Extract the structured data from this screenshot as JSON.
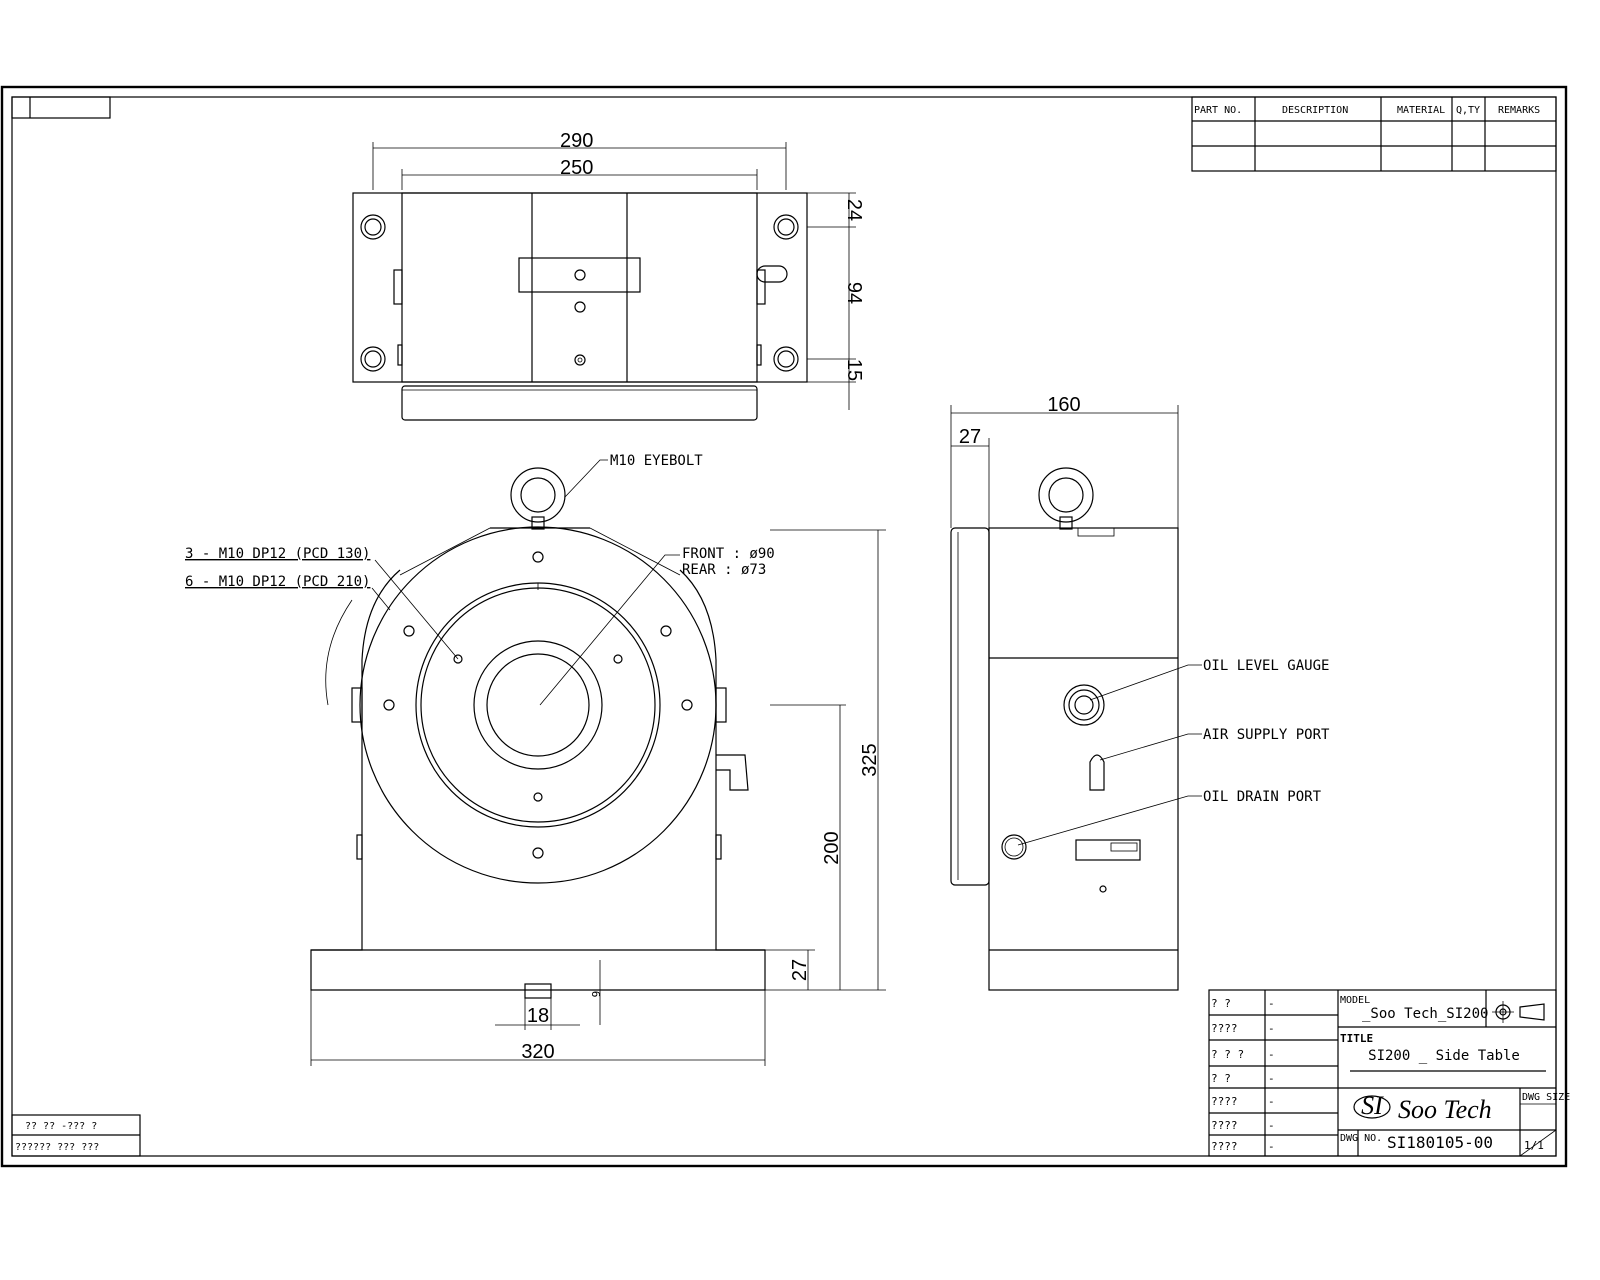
{
  "parts_table": {
    "headers": [
      "PART NO.",
      "DESCRIPTION",
      "MATERIAL",
      "Q,TY",
      "REMARKS"
    ],
    "rows": [
      [
        "",
        "",
        "",
        "",
        ""
      ],
      [
        "",
        "",
        "",
        "",
        ""
      ]
    ]
  },
  "top_view": {
    "dims": {
      "overall_width": "290",
      "body_width": "250",
      "d1": "24",
      "d2": "94",
      "d3": "15"
    }
  },
  "front_view": {
    "callouts": {
      "eyebolt": "M10 EYEBOLT",
      "holes_pcd130": "3 - M10 DP12 (PCD 130)",
      "holes_pcd210": "6 - M10 DP12 (PCD 210)",
      "bore_front": "FRONT : ø90",
      "bore_rear": "REAR : ø73"
    },
    "dims": {
      "height": "325",
      "center_height": "200",
      "base_thickness": "27",
      "base_width": "320",
      "key_width": "18",
      "key_depth": "9"
    }
  },
  "side_view": {
    "dims": {
      "depth": "160",
      "plate": "27"
    },
    "callouts": {
      "oil_level": "OIL LEVEL GAUGE",
      "air_supply": "AIR SUPPLY PORT",
      "oil_drain": "OIL DRAIN PORT"
    }
  },
  "title_block": {
    "left_rows": [
      {
        "label": "?      ?",
        "value": "-"
      },
      {
        "label": "????",
        "value": "-"
      },
      {
        "label": "? ? ?",
        "value": "-"
      },
      {
        "label": "?      ?",
        "value": "-"
      },
      {
        "label": "????",
        "value": "-"
      },
      {
        "label": "????",
        "value": "-"
      },
      {
        "label": "????",
        "value": "-"
      }
    ],
    "model_label": "MODEL",
    "model": "_Soo Tech_SI200",
    "title_label": "TITLE",
    "title": "SI200 _ Side Table",
    "company": "Soo Tech",
    "logo_mark": "SI",
    "dwg_size_label": "DWG SIZE",
    "dwg_no_label": "DWG NO.",
    "dwg_no": "SI180105-00",
    "sheet": "1/1"
  },
  "notes": {
    "line1": "?? ?? -??? ?",
    "line2": "?????? ??? ???"
  }
}
